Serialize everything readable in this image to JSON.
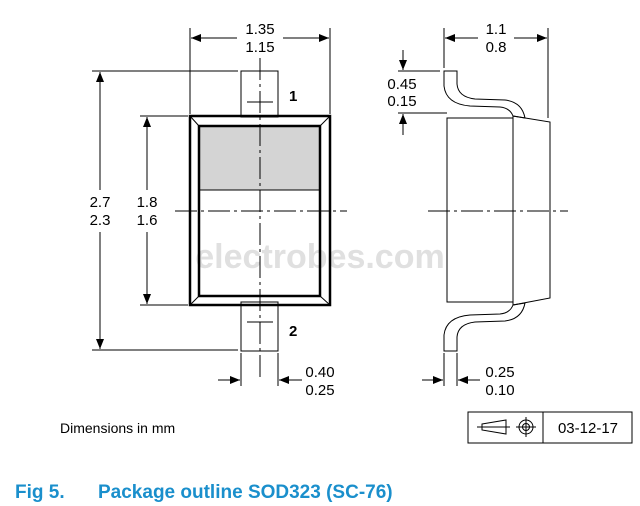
{
  "watermark": "electrobes.com",
  "front_view": {
    "width_max": "1.35",
    "width_min": "1.15",
    "length_max": "2.7",
    "length_min": "2.3",
    "body_max": "1.8",
    "body_min": "1.6",
    "lead_max": "0.40",
    "lead_min": "0.25",
    "pin1": "1",
    "pin2": "2"
  },
  "side_view": {
    "height_max": "1.1",
    "height_min": "0.8",
    "standoff_max": "0.45",
    "standoff_min": "0.15",
    "thickness_max": "0.25",
    "thickness_min": "0.10"
  },
  "units_note": "Dimensions in mm",
  "doc_code": "03-12-17",
  "projection_icon": "third-angle-projection-icon",
  "caption": {
    "fig": "Fig 5.",
    "title": "Package outline SOD323 (SC-76)"
  },
  "colors": {
    "caption": "#1a8fcc",
    "shaded": "#d4d4d4",
    "watermark": "#e0e0e0"
  }
}
